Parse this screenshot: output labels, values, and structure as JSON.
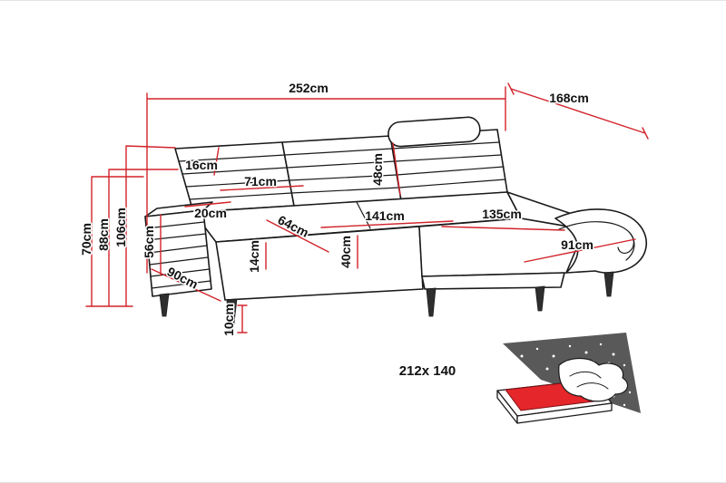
{
  "page": {
    "background": "#ffffff",
    "border_color": "#e3e3e3"
  },
  "diagram": {
    "kind": "corner-sofa-dimension-diagram",
    "unit": "cm",
    "colors": {
      "dimension_line": "#d2232a",
      "outline": "#1a1a1a",
      "mattress_red": "#e5262b",
      "panel_dark": "#595959"
    },
    "labels": {
      "total_width": "252cm",
      "total_depth": "168cm",
      "arm_height": "70cm",
      "backrest_height_total": "88cm",
      "overall_height": "106cm",
      "headrest_depth": "16cm",
      "back_cushion_width": "71cm",
      "back_cushion_height": "48cm",
      "armrest_width": "20cm",
      "seat_depth": "64cm",
      "seat_width": "141cm",
      "chaise_length": "135cm",
      "seat_cushion_thickness": "14cm",
      "seat_height": "40cm",
      "chaise_width": "91cm",
      "arm_side_height": "56cm",
      "sofa_depth": "90cm",
      "leg_height": "10cm"
    },
    "sleeping_area": "212x 140"
  }
}
